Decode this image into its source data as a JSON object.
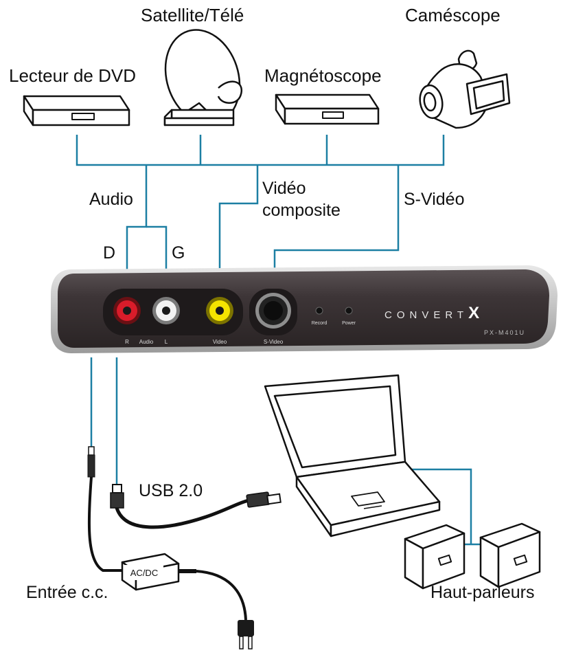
{
  "labels": {
    "dvd_player": "Lecteur de DVD",
    "satellite_tv": "Satellite/Télé",
    "vcr": "Magnétoscope",
    "camcorder": "Caméscope",
    "audio": "Audio",
    "composite_video_line1": "Vidéo",
    "composite_video_line2": "composite",
    "s_video": "S-Vidéo",
    "right_channel": "D",
    "left_channel": "G",
    "usb": "USB 2.0",
    "dc_input": "Entrée c.c.",
    "adapter": "AC/DC",
    "speakers": "Haut-parleurs"
  },
  "device": {
    "brand_prefix": "CONVERT",
    "brand_suffix": "X",
    "model": "PX-M401U",
    "port_audio_r": "R",
    "port_audio": "Audio",
    "port_audio_l": "L",
    "port_video": "Video",
    "port_svideo": "S-Video",
    "led_record": "Record",
    "led_power": "Power"
  },
  "colors": {
    "connector_line": "#1c7fa3",
    "device_body": "#3d3537",
    "rca_red": "#d91c2a",
    "rca_white": "#f2f2f2",
    "rca_yellow": "#f4e400"
  }
}
